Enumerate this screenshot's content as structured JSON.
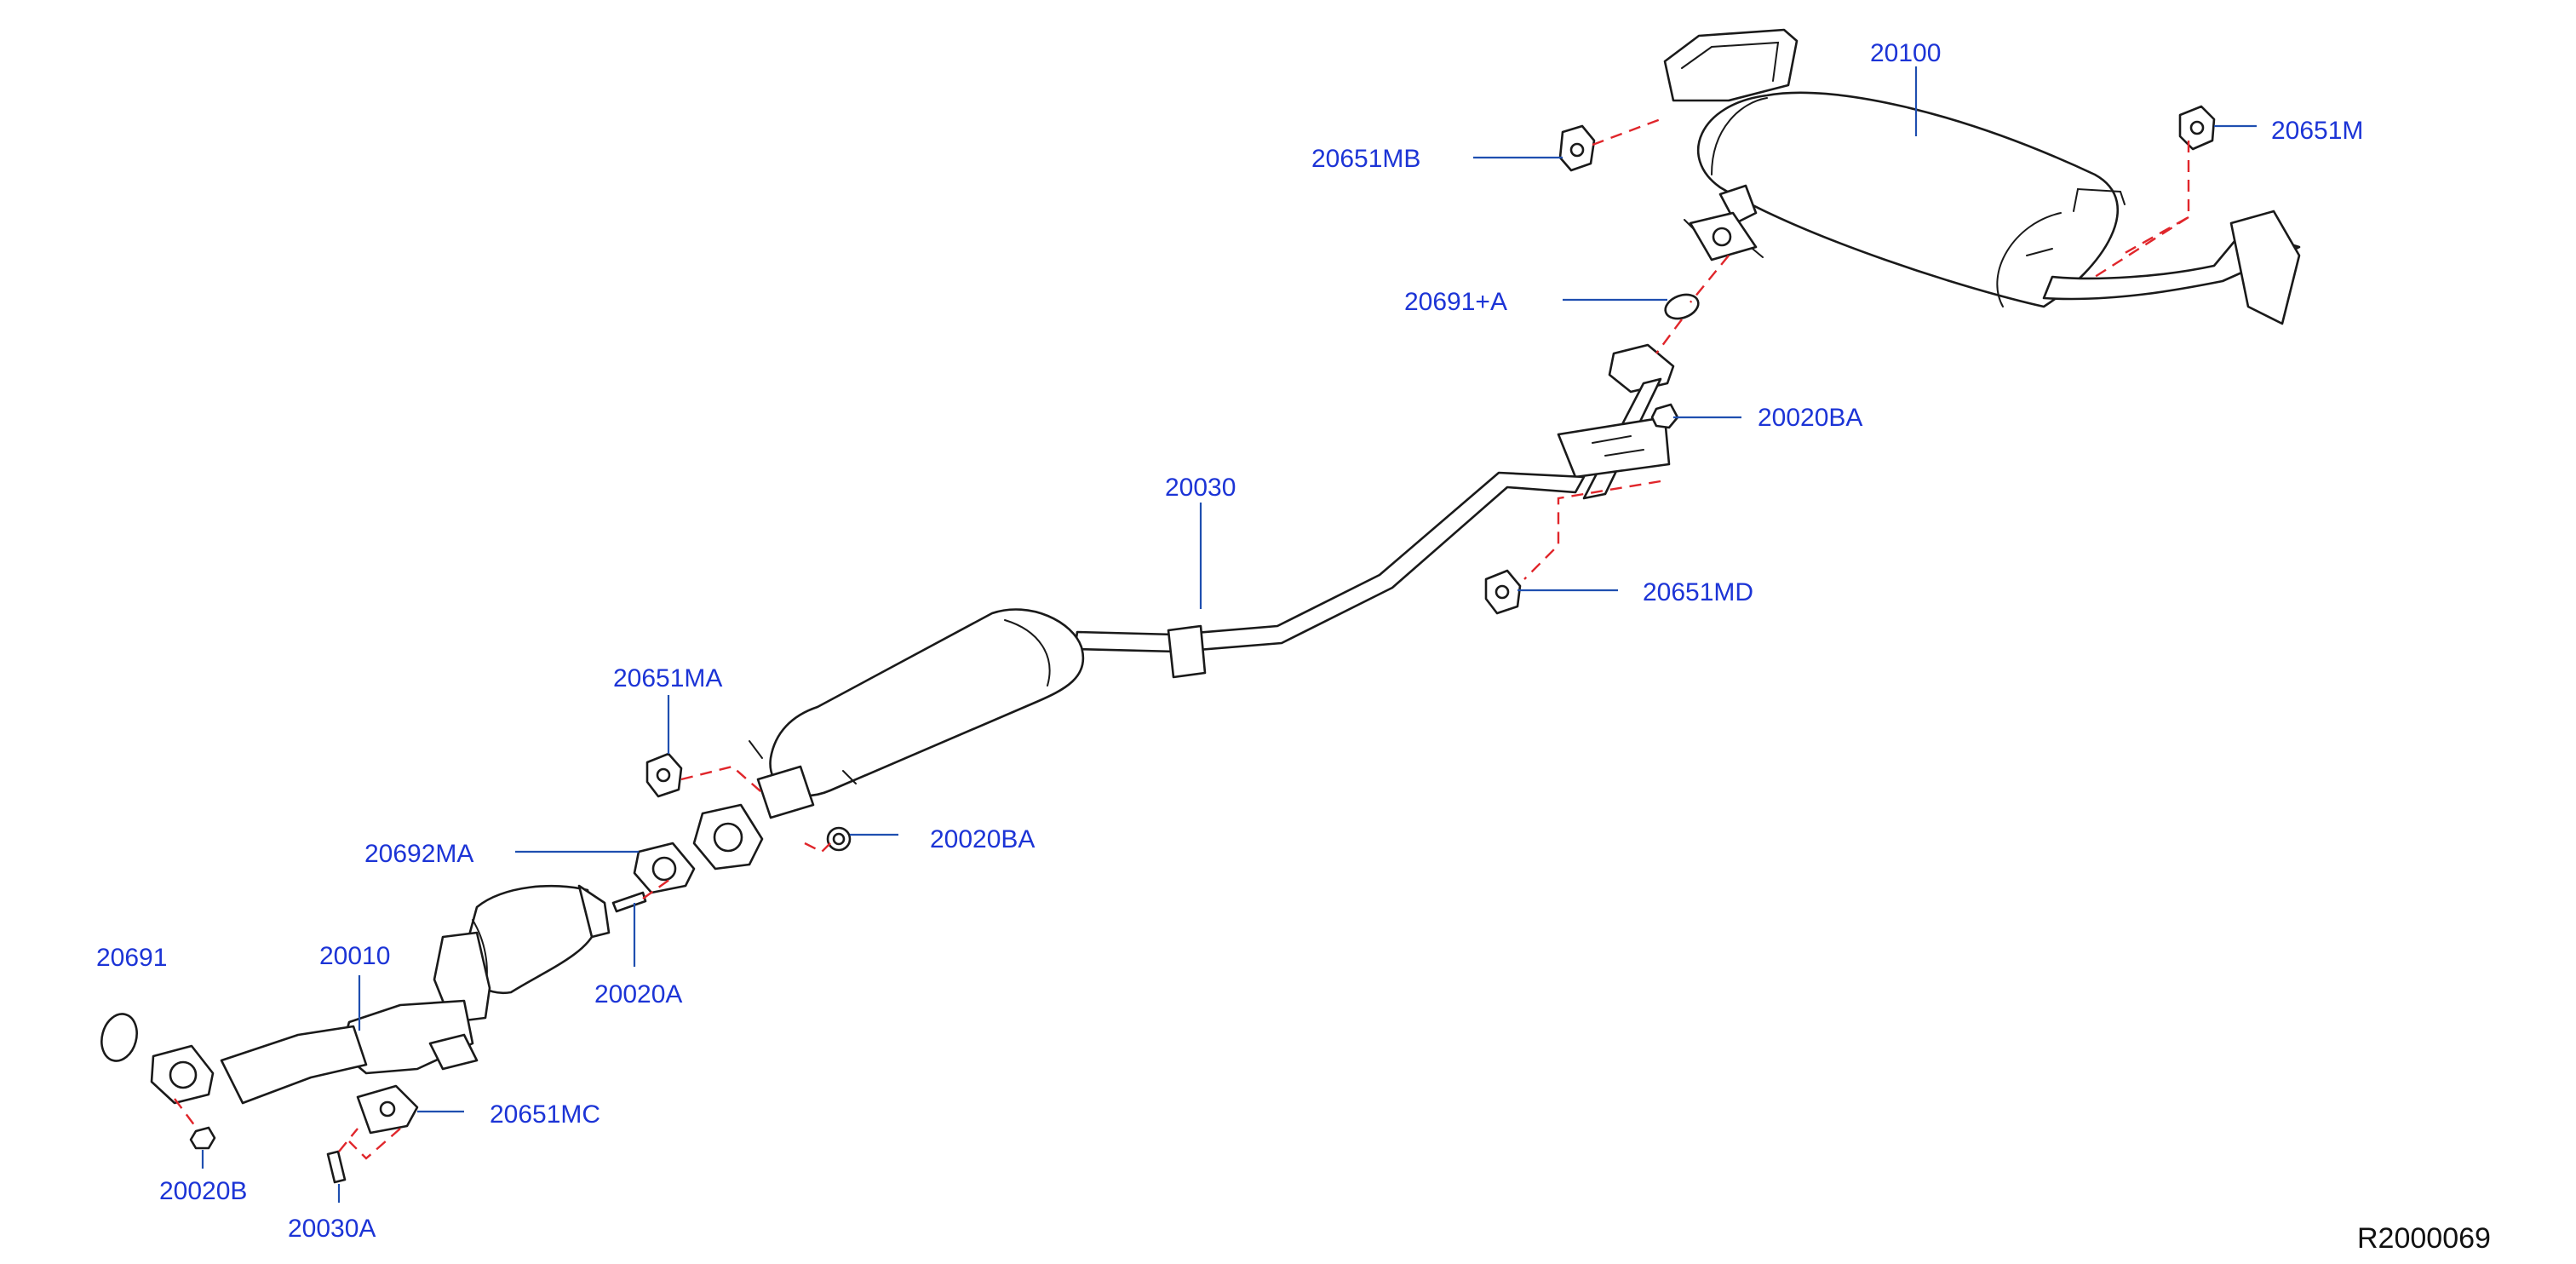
{
  "diagram": {
    "reference_code": "R2000069",
    "colors": {
      "callout_text": "#1c34d6",
      "leader_line": "#1f4fb0",
      "assembly_dash": "#e0262b",
      "part_outline": "#1a1a1a",
      "background": "#ffffff"
    },
    "callouts": [
      {
        "id": "c20100",
        "label": "20100",
        "part": "rear muffler assembly"
      },
      {
        "id": "c20651MB",
        "label": "20651MB",
        "part": "muffler mounting rubber"
      },
      {
        "id": "c20651M",
        "label": "20651M",
        "part": "muffler mounting rubber"
      },
      {
        "id": "c20691A",
        "label": "20691+A",
        "part": "exhaust gasket ring"
      },
      {
        "id": "c20020BA_upper",
        "label": "20020BA",
        "part": "flange nut"
      },
      {
        "id": "c20030",
        "label": "20030",
        "part": "center exhaust tube"
      },
      {
        "id": "c20651MD",
        "label": "20651MD",
        "part": "mounting rubber"
      },
      {
        "id": "c20651MA",
        "label": "20651MA",
        "part": "mounting rubber"
      },
      {
        "id": "c20692MA",
        "label": "20692MA",
        "part": "flange gasket"
      },
      {
        "id": "c20020BA_lower",
        "label": "20020BA",
        "part": "flange nut"
      },
      {
        "id": "c20020A",
        "label": "20020A",
        "part": "stud bolt"
      },
      {
        "id": "c20691",
        "label": "20691",
        "part": "exhaust gasket ring"
      },
      {
        "id": "c20010",
        "label": "20010",
        "part": "front tube with catalytic converter"
      },
      {
        "id": "c20651MC",
        "label": "20651MC",
        "part": "mounting bracket"
      },
      {
        "id": "c20020B",
        "label": "20020B",
        "part": "flange nut"
      },
      {
        "id": "c20030A",
        "label": "20030A",
        "part": "bolt"
      }
    ]
  }
}
